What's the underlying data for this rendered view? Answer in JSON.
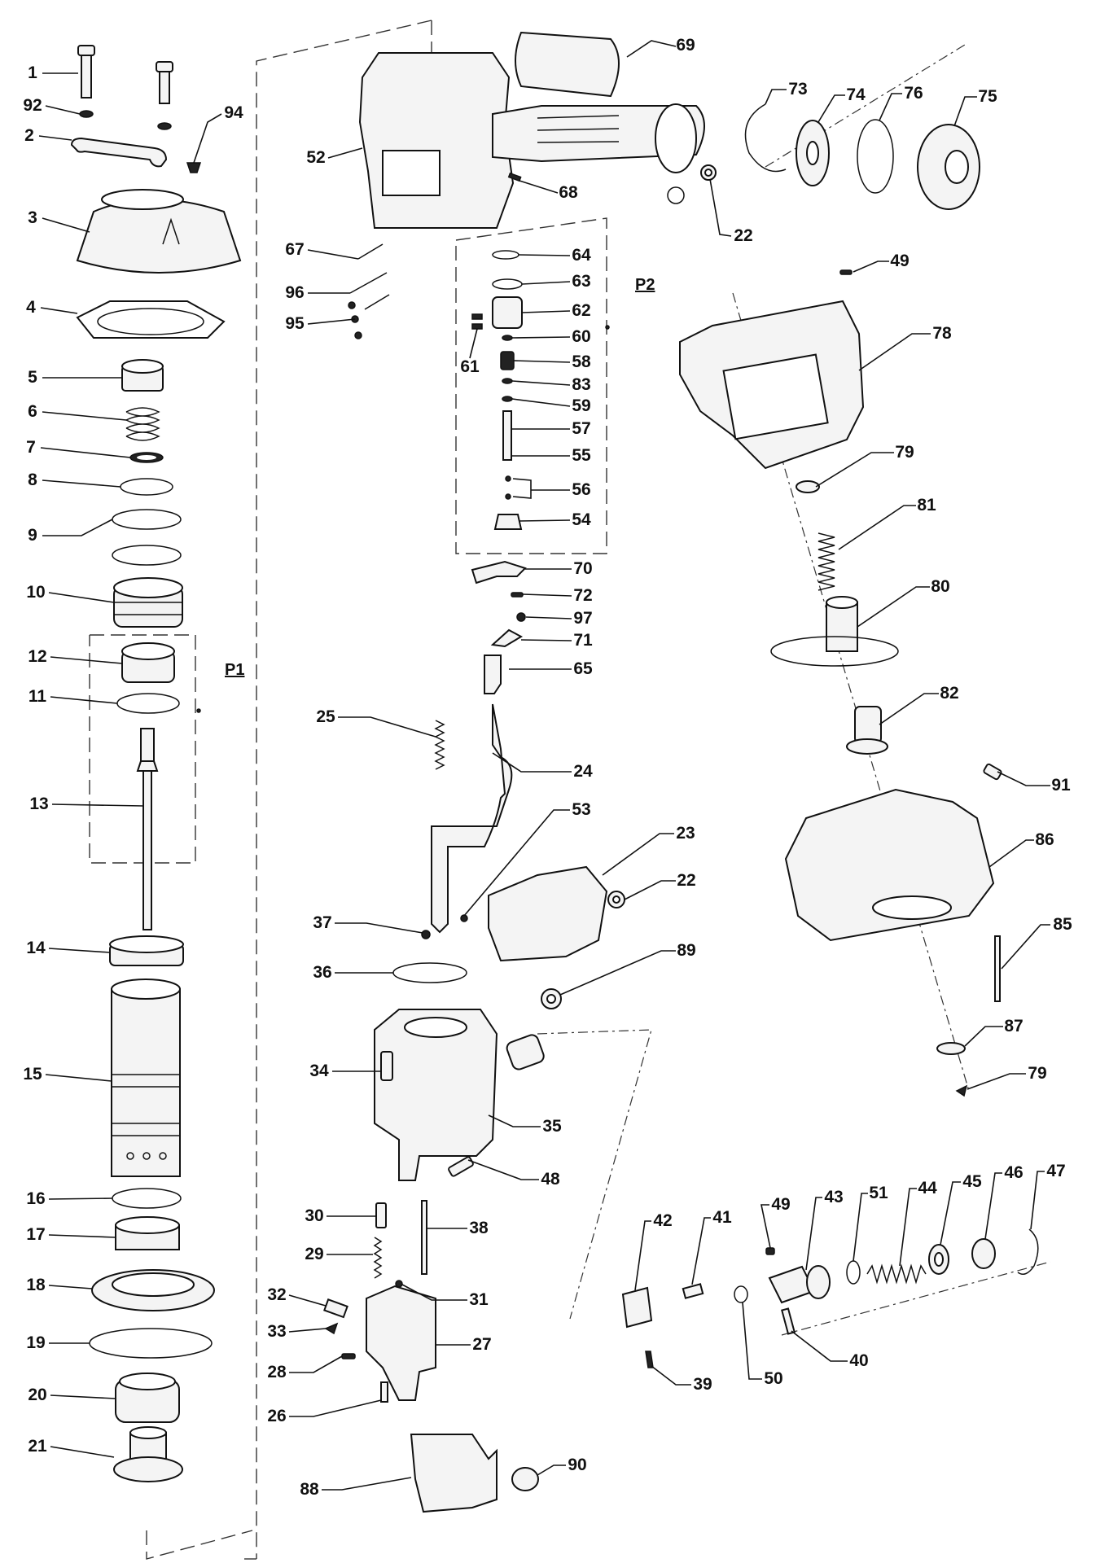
{
  "parts": [
    {
      "key": "p1",
      "text": "1"
    },
    {
      "key": "p92",
      "text": "92"
    },
    {
      "key": "p2",
      "text": "2"
    },
    {
      "key": "p94",
      "text": "94"
    },
    {
      "key": "p3",
      "text": "3"
    },
    {
      "key": "p4",
      "text": "4"
    },
    {
      "key": "p5",
      "text": "5"
    },
    {
      "key": "p6",
      "text": "6"
    },
    {
      "key": "p7",
      "text": "7"
    },
    {
      "key": "p8",
      "text": "8"
    },
    {
      "key": "p9",
      "text": "9"
    },
    {
      "key": "p10",
      "text": "10"
    },
    {
      "key": "p12",
      "text": "12"
    },
    {
      "key": "p11",
      "text": "11"
    },
    {
      "key": "p13",
      "text": "13"
    },
    {
      "key": "p14",
      "text": "14"
    },
    {
      "key": "p15",
      "text": "15"
    },
    {
      "key": "p16",
      "text": "16"
    },
    {
      "key": "p17",
      "text": "17"
    },
    {
      "key": "p18",
      "text": "18"
    },
    {
      "key": "p19",
      "text": "19"
    },
    {
      "key": "p20",
      "text": "20"
    },
    {
      "key": "p21",
      "text": "21"
    },
    {
      "key": "p52",
      "text": "52"
    },
    {
      "key": "p69",
      "text": "69"
    },
    {
      "key": "p68",
      "text": "68"
    },
    {
      "key": "p67",
      "text": "67"
    },
    {
      "key": "p96",
      "text": "96"
    },
    {
      "key": "p95",
      "text": "95"
    },
    {
      "key": "p22a",
      "text": "22"
    },
    {
      "key": "p73",
      "text": "73"
    },
    {
      "key": "p74",
      "text": "74"
    },
    {
      "key": "p76",
      "text": "76"
    },
    {
      "key": "p75",
      "text": "75"
    },
    {
      "key": "p64",
      "text": "64"
    },
    {
      "key": "p63",
      "text": "63"
    },
    {
      "key": "p62",
      "text": "62"
    },
    {
      "key": "p60",
      "text": "60"
    },
    {
      "key": "p61",
      "text": "61"
    },
    {
      "key": "p58",
      "text": "58"
    },
    {
      "key": "p83",
      "text": "83"
    },
    {
      "key": "p59",
      "text": "59"
    },
    {
      "key": "p57",
      "text": "57"
    },
    {
      "key": "p55",
      "text": "55"
    },
    {
      "key": "p56",
      "text": "56"
    },
    {
      "key": "p54",
      "text": "54"
    },
    {
      "key": "p49a",
      "text": "49"
    },
    {
      "key": "p78",
      "text": "78"
    },
    {
      "key": "p79a",
      "text": "79"
    },
    {
      "key": "p81",
      "text": "81"
    },
    {
      "key": "p80",
      "text": "80"
    },
    {
      "key": "p82",
      "text": "82"
    },
    {
      "key": "p91",
      "text": "91"
    },
    {
      "key": "p86",
      "text": "86"
    },
    {
      "key": "p85",
      "text": "85"
    },
    {
      "key": "p87",
      "text": "87"
    },
    {
      "key": "p79b",
      "text": "79"
    },
    {
      "key": "p70",
      "text": "70"
    },
    {
      "key": "p72",
      "text": "72"
    },
    {
      "key": "p97",
      "text": "97"
    },
    {
      "key": "p71",
      "text": "71"
    },
    {
      "key": "p65",
      "text": "65"
    },
    {
      "key": "p25",
      "text": "25"
    },
    {
      "key": "p24",
      "text": "24"
    },
    {
      "key": "p53",
      "text": "53"
    },
    {
      "key": "p23",
      "text": "23"
    },
    {
      "key": "p22b",
      "text": "22"
    },
    {
      "key": "p37",
      "text": "37"
    },
    {
      "key": "p89",
      "text": "89"
    },
    {
      "key": "p36",
      "text": "36"
    },
    {
      "key": "p34",
      "text": "34"
    },
    {
      "key": "p35",
      "text": "35"
    },
    {
      "key": "p48",
      "text": "48"
    },
    {
      "key": "p30",
      "text": "30"
    },
    {
      "key": "p38",
      "text": "38"
    },
    {
      "key": "p29",
      "text": "29"
    },
    {
      "key": "p31",
      "text": "31"
    },
    {
      "key": "p32",
      "text": "32"
    },
    {
      "key": "p33",
      "text": "33"
    },
    {
      "key": "p27",
      "text": "27"
    },
    {
      "key": "p28",
      "text": "28"
    },
    {
      "key": "p26",
      "text": "26"
    },
    {
      "key": "p88",
      "text": "88"
    },
    {
      "key": "p90",
      "text": "90"
    },
    {
      "key": "p49b",
      "text": "49"
    },
    {
      "key": "p43",
      "text": "43"
    },
    {
      "key": "p51",
      "text": "51"
    },
    {
      "key": "p44",
      "text": "44"
    },
    {
      "key": "p45",
      "text": "45"
    },
    {
      "key": "p46",
      "text": "46"
    },
    {
      "key": "p47",
      "text": "47"
    },
    {
      "key": "p42",
      "text": "42"
    },
    {
      "key": "p41",
      "text": "41"
    },
    {
      "key": "p39",
      "text": "39"
    },
    {
      "key": "p50",
      "text": "50"
    },
    {
      "key": "p40",
      "text": "40"
    }
  ],
  "groups": {
    "g1": "P1",
    "g2": "P2"
  }
}
